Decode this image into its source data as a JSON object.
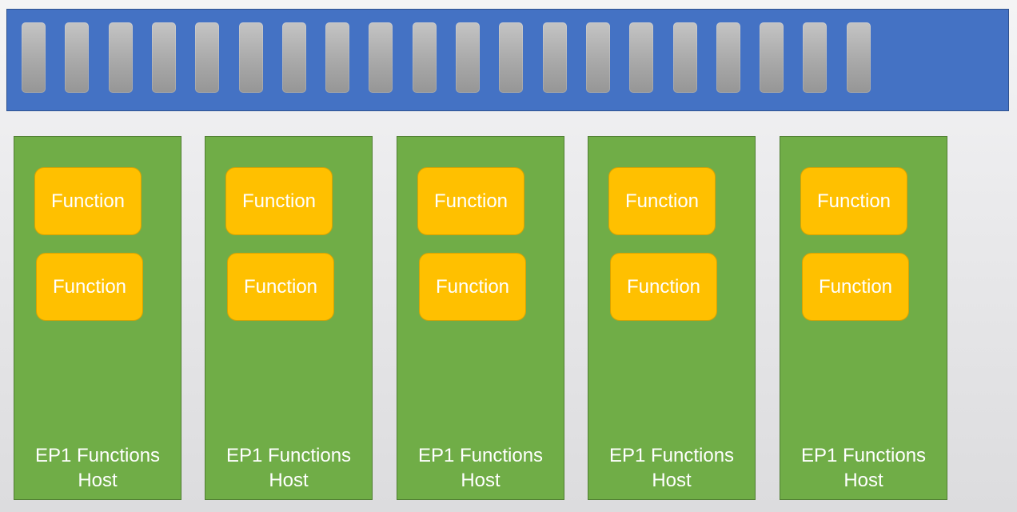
{
  "diagram": {
    "queue": {
      "slot_count": 20,
      "color": "#4472c4",
      "slot_color": "#a9a9a9"
    },
    "hosts": [
      {
        "label_line1": "EP1 Functions",
        "label_line2": "Host",
        "functions": [
          "Function",
          "Function"
        ]
      },
      {
        "label_line1": "EP1 Functions",
        "label_line2": "Host",
        "functions": [
          "Function",
          "Function"
        ]
      },
      {
        "label_line1": "EP1 Functions",
        "label_line2": "Host",
        "functions": [
          "Function",
          "Function"
        ]
      },
      {
        "label_line1": "EP1 Functions",
        "label_line2": "Host",
        "functions": [
          "Function",
          "Function"
        ]
      },
      {
        "label_line1": "EP1 Functions",
        "label_line2": "Host",
        "functions": [
          "Function",
          "Function"
        ]
      }
    ],
    "colors": {
      "host": "#70ad47",
      "function": "#ffc000",
      "text": "#ffffff"
    }
  }
}
